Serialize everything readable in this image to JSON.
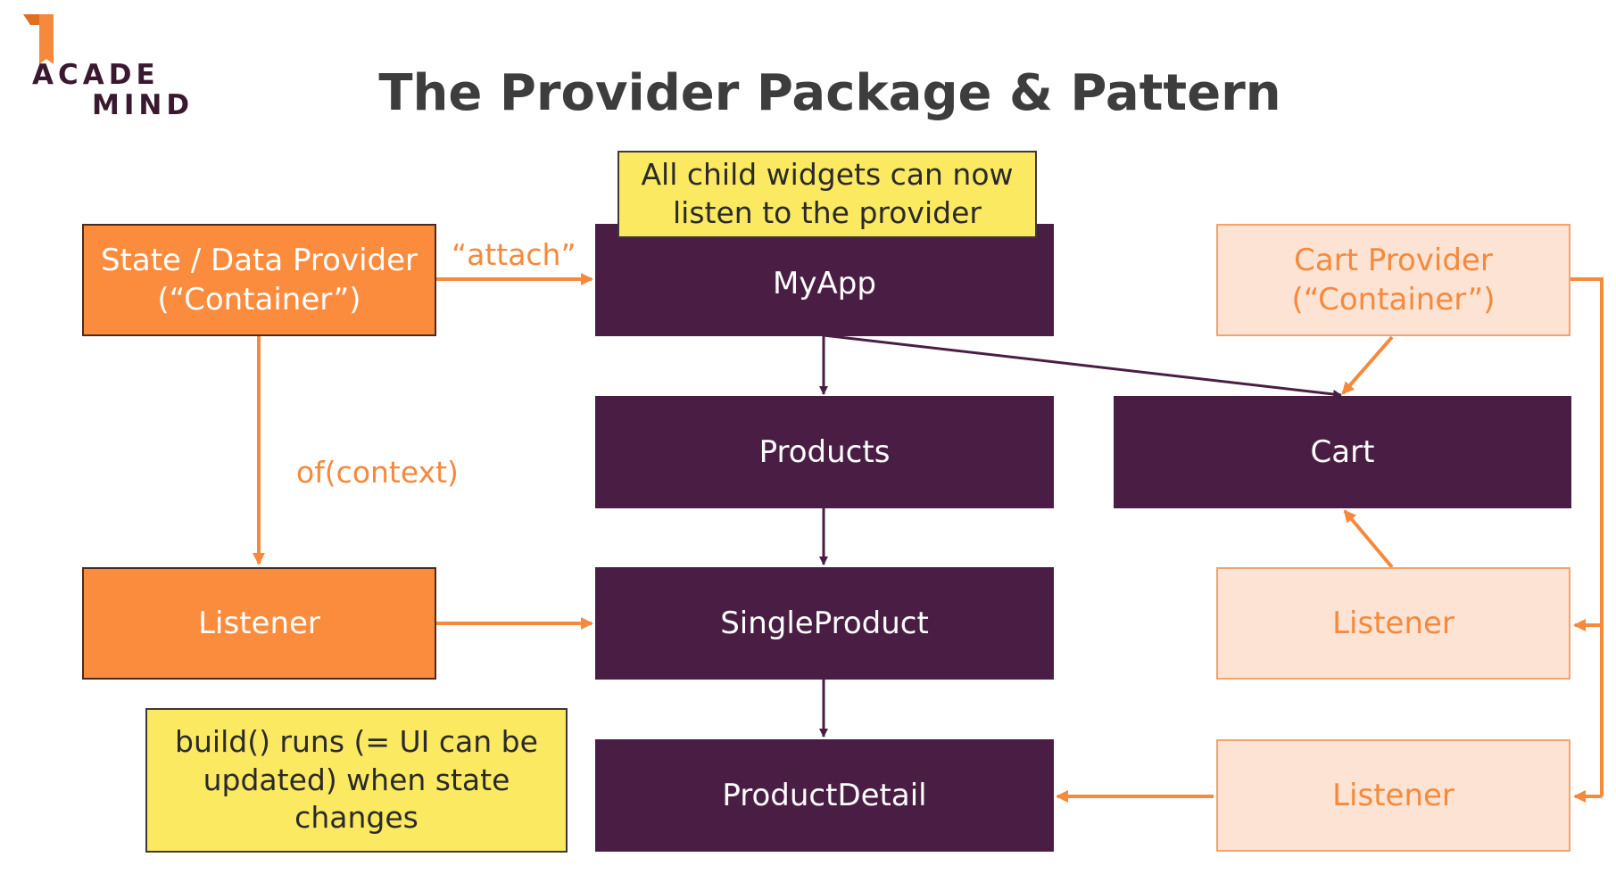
{
  "slide": {
    "title": "The Provider Package & Pattern"
  },
  "logo": {
    "line1": "ACADE",
    "line2": "MIND",
    "brand_color": "#f5893c",
    "text_color": "#3a1830",
    "icon": "flag-icon"
  },
  "nodes": {
    "provider": "State / Data Provider\n(“Container”)",
    "myapp": "MyApp",
    "products": "Products",
    "single_product": "SingleProduct",
    "product_detail": "ProductDetail",
    "listener_left": "Listener",
    "cart_provider": "Cart Provider\n(“Container”)",
    "cart": "Cart",
    "cart_listener_top": "Listener",
    "cart_listener_bottom": "Listener"
  },
  "notes": {
    "top": "All child widgets can now\nlisten to the provider",
    "bottom": "build() runs (= UI can be\nupdated) when state\nchanges"
  },
  "edge_labels": {
    "attach": "“attach”",
    "of_context": "of(context)"
  },
  "colors": {
    "dark": "#4a1e44",
    "orange": "#fb8c3e",
    "light": "#fde3d3",
    "note": "#fbe961",
    "accent": "#f5893c"
  }
}
